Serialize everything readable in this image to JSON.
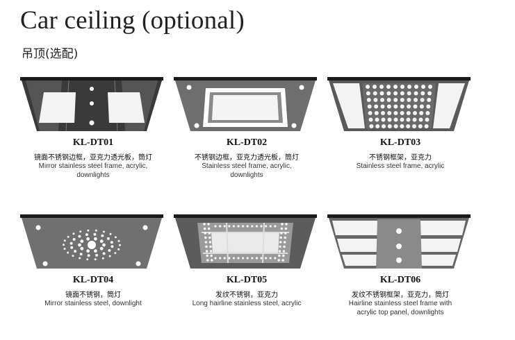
{
  "header": {
    "title": "Car ceiling (optional)",
    "subtitle": "吊顶(选配)"
  },
  "ceilings": [
    {
      "code": "KL-DT01",
      "cn": "镜面不锈钢边框，亚克力透光板，筒灯",
      "en": [
        "Mirror stainless steel frame, acrylic,",
        "downlights"
      ]
    },
    {
      "code": "KL-DT02",
      "cn": "不锈钢边框，亚克力透光板，筒灯",
      "en": [
        "Stainless steel frame, acrylic,",
        "downlights"
      ]
    },
    {
      "code": "KL-DT03",
      "cn": "不锈钢框架，亚克力",
      "en": [
        "Stainless steel frame, acrylic"
      ]
    },
    {
      "code": "KL-DT04",
      "cn": "镜面不锈钢，筒灯",
      "en": [
        "Mirror stainless steel, downlight"
      ]
    },
    {
      "code": "KL-DT05",
      "cn": "发纹不锈钢，亚克力",
      "en": [
        "Long hairline stainless steel, acrylic"
      ]
    },
    {
      "code": "KL-DT06",
      "cn": "发纹不锈钢框架，亚克力，筒灯",
      "en": [
        "Hairline stainless steel frame with",
        "acrylic top panel, downlights"
      ]
    }
  ]
}
